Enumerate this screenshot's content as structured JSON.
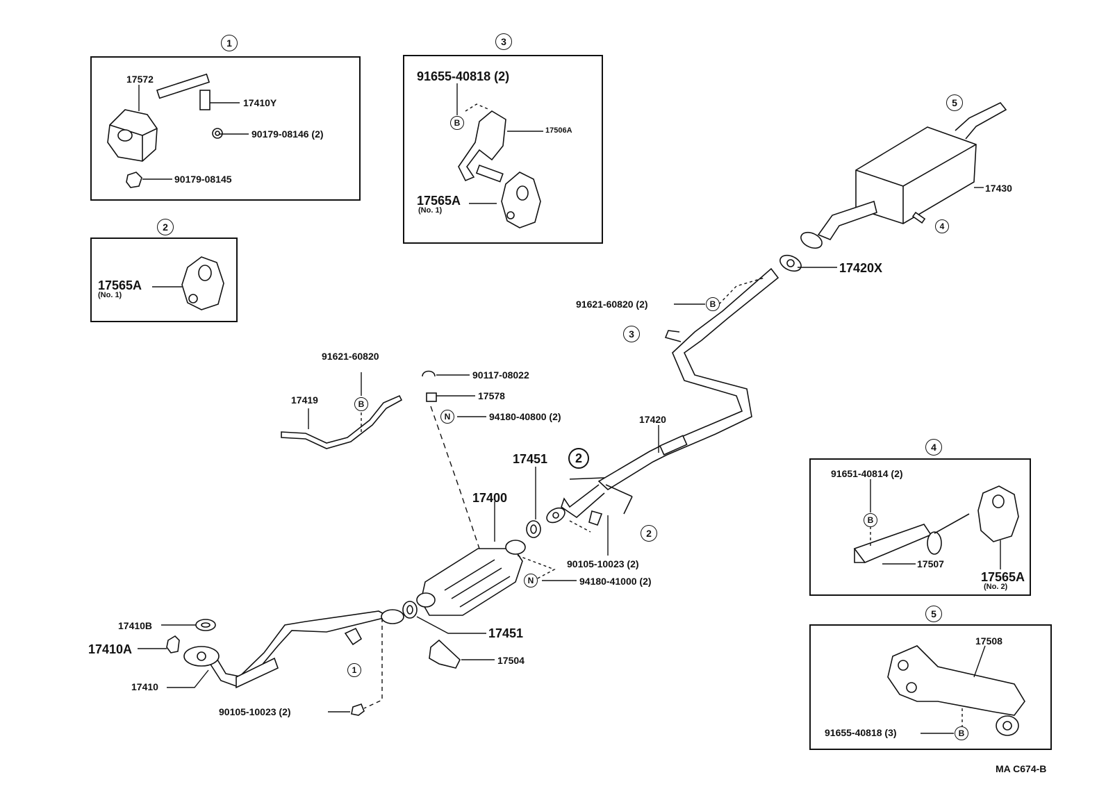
{
  "callouts": {
    "c1": "1",
    "c2": "2",
    "c3": "3",
    "c4": "4",
    "c5": "5",
    "b": "B",
    "n": "N"
  },
  "box1": {
    "p17572": "17572",
    "p17410y": "17410Y",
    "p90179_08146": "90179-08146 (2)",
    "p90179_08145": "90179-08145"
  },
  "box2": {
    "p17565a": "17565A",
    "no": "(No. 1)"
  },
  "box3": {
    "p91655_40818": "91655-40818 (2)",
    "p17506a": "17506A",
    "p17565a": "17565A",
    "no": "(No. 1)"
  },
  "box4": {
    "p91651_40814": "91651-40814 (2)",
    "p17507": "17507",
    "p17565a": "17565A",
    "no": "(No. 2)"
  },
  "box5": {
    "p17508": "17508",
    "p91655_40818": "91655-40818 (3)"
  },
  "main": {
    "p17430": "17430",
    "p17420x": "17420X",
    "p91621_60820_2": "91621-60820 (2)",
    "p17420": "17420",
    "p17451a": "17451",
    "p17451b": "17451",
    "p17400": "17400",
    "p90105_10023_a": "90105-10023 (2)",
    "p94180_41000": "94180-41000 (2)",
    "p91621_60820": "91621-60820",
    "p90117_08022": "90117-08022",
    "p17578": "17578",
    "p94180_40800": "94180-40800 (2)",
    "p17419": "17419",
    "p17504": "17504",
    "p17410b": "17410B",
    "p17410a": "17410A",
    "p17410": "17410",
    "p90105_10023_b": "90105-10023 (2)"
  },
  "footer": {
    "code": "MA C674-B"
  }
}
